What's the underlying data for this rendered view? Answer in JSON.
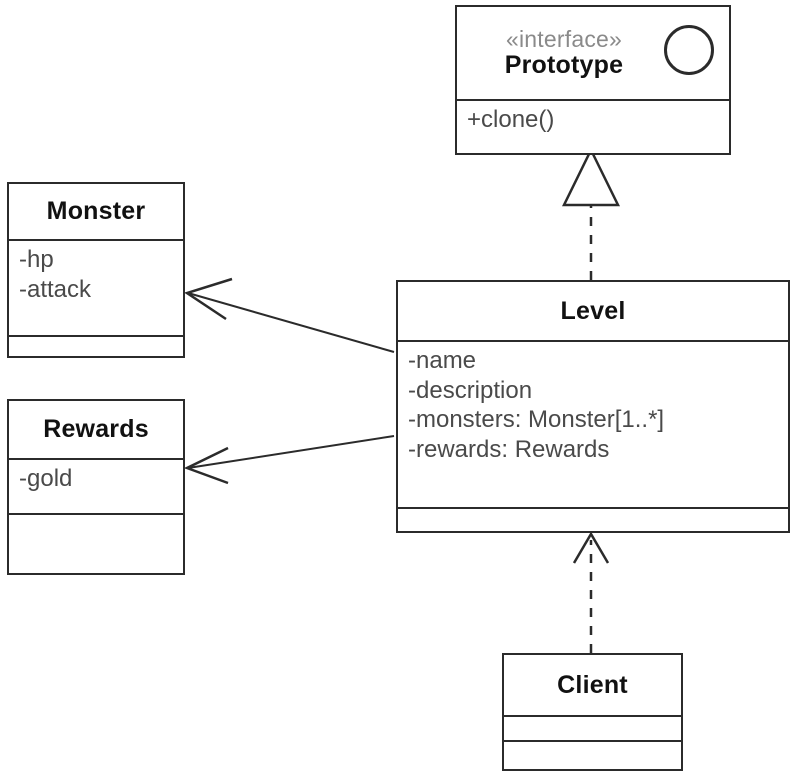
{
  "diagram": {
    "type": "uml-class-diagram",
    "title": "Prototype pattern class diagram",
    "background_color": "#ffffff",
    "line_color": "#2b2b2b",
    "member_text_color": "#4a4a4a",
    "stereotype_color": "#8a8a8a"
  },
  "classes": {
    "prototype": {
      "stereotype": "«interface»",
      "name": "Prototype",
      "attributes": [],
      "operations": [
        "+clone()"
      ],
      "icon": "interface-circle"
    },
    "monster": {
      "name": "Monster",
      "attributes": [
        "-hp",
        "-attack"
      ],
      "operations": []
    },
    "rewards": {
      "name": "Rewards",
      "attributes": [
        "-gold"
      ],
      "operations": []
    },
    "level": {
      "name": "Level",
      "attributes": [
        "-name",
        "-description",
        "-monsters: Monster[1..*]",
        "-rewards: Rewards"
      ],
      "operations": []
    },
    "client": {
      "name": "Client",
      "attributes": [],
      "operations": []
    }
  },
  "relationships": [
    {
      "id": "level-realizes-prototype",
      "kind": "realization",
      "from": "level",
      "to": "prototype",
      "line_style": "dashed",
      "arrow_head": "hollow-triangle"
    },
    {
      "id": "client-depends-on-level",
      "kind": "dependency",
      "from": "client",
      "to": "level",
      "line_style": "dashed",
      "arrow_head": "open-arrow"
    },
    {
      "id": "level-uses-monster",
      "kind": "association",
      "from": "level",
      "to": "monster",
      "line_style": "solid",
      "arrow_head": "open-arrow"
    },
    {
      "id": "level-uses-rewards",
      "kind": "association",
      "from": "level",
      "to": "rewards",
      "line_style": "solid",
      "arrow_head": "open-arrow"
    }
  ]
}
